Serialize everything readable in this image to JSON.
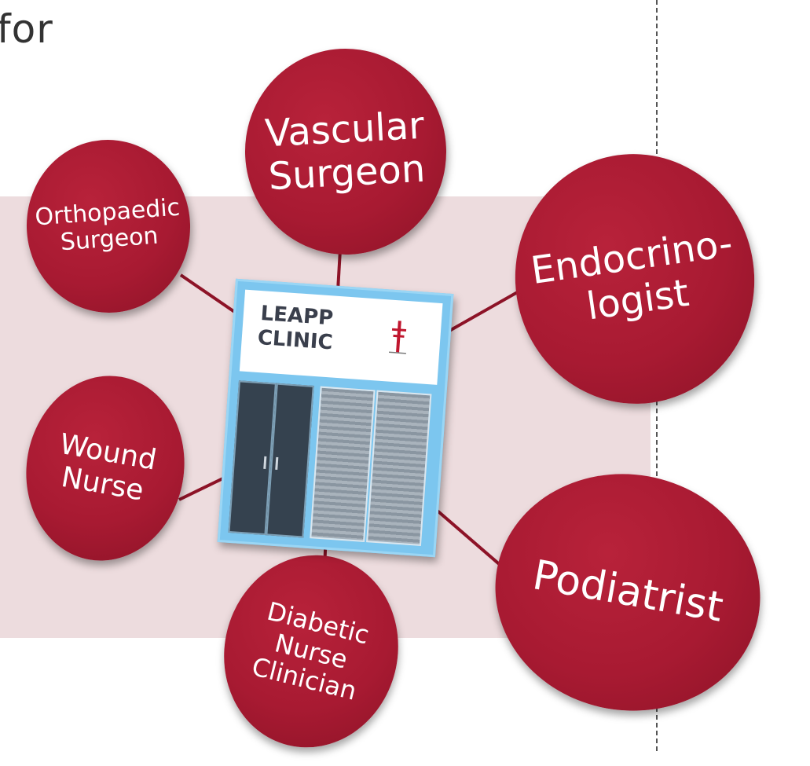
{
  "heading_fragment": "for",
  "nodes": {
    "vascular": "Vascular\nSurgeon",
    "orthopaedic": "Orthopaedic\nSurgeon",
    "endocrinologist": "Endocrino-\nlogist",
    "wound_nurse": "Wound\nNurse",
    "diabetic_nurse": "Diabetic\nNurse\nClinician",
    "podiatrist": "Podiatrist"
  },
  "clinic": {
    "sign_line1": "LEAPP",
    "sign_line2": "CLINIC"
  },
  "colors": {
    "bubble": "#a81a32",
    "connector": "#8d1327",
    "panel": "#eddcde",
    "clinic_frame": "#7cc6ef"
  }
}
